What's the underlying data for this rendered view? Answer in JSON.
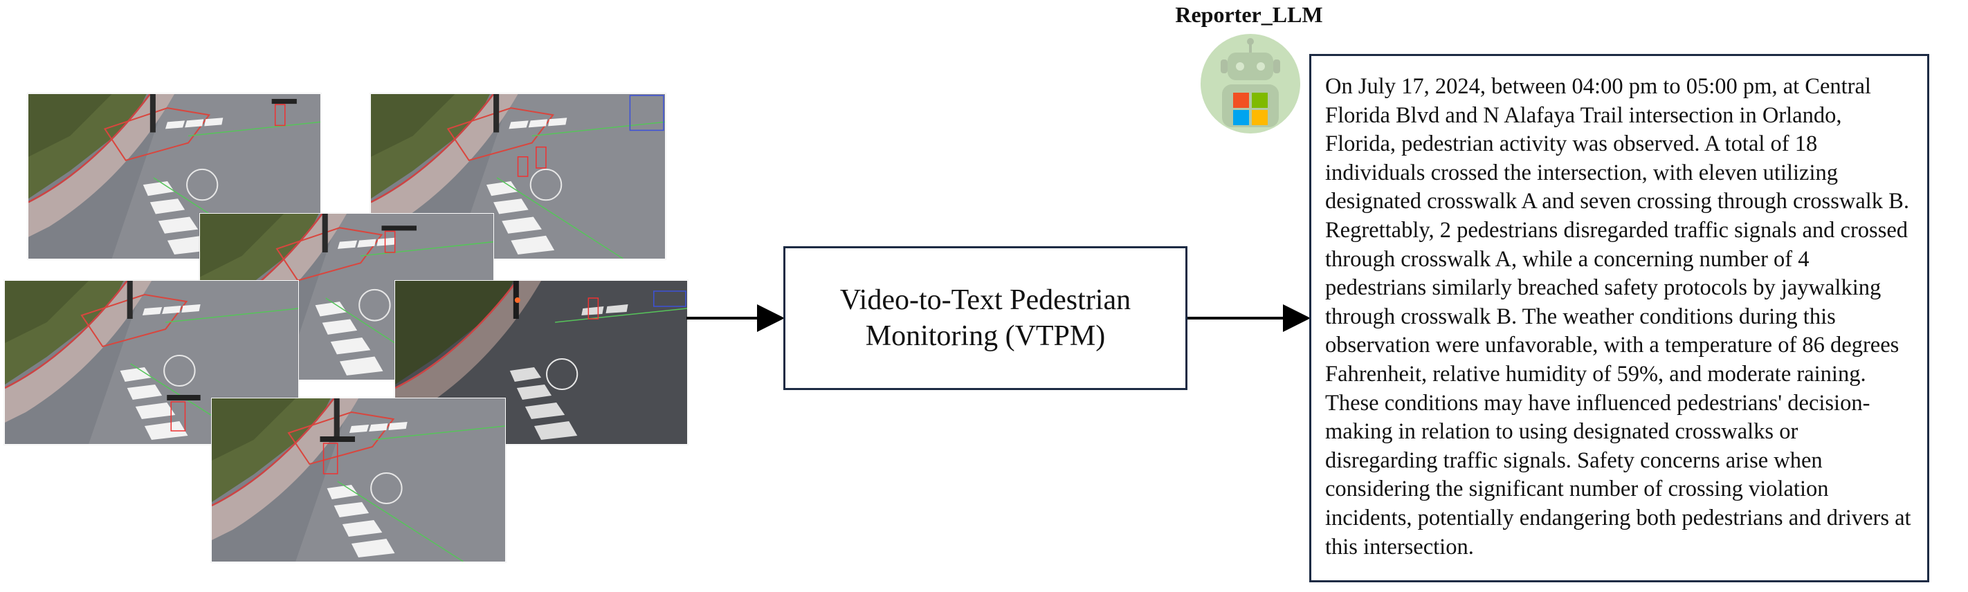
{
  "frames": [
    {
      "name": "camera-frame-1",
      "boxes": 1
    },
    {
      "name": "camera-frame-2",
      "boxes": 2
    },
    {
      "name": "camera-frame-3",
      "boxes": 1
    },
    {
      "name": "camera-frame-4",
      "boxes": 1
    },
    {
      "name": "camera-frame-5",
      "boxes": 1
    },
    {
      "name": "camera-frame-6",
      "boxes": 1
    }
  ],
  "vtpm": {
    "line1": "Video-to-Text Pedestrian",
    "line2": "Monitoring (VTPM)"
  },
  "reporter": {
    "title": "Reporter_LLM",
    "avatar_icon": "robot-icon",
    "logo_colors": [
      "#f25022",
      "#7fba00",
      "#00a4ef",
      "#ffb900"
    ]
  },
  "report": {
    "text": "On July 17, 2024, between 04:00 pm to 05:00 pm, at Central Florida Blvd and N Alafaya Trail intersection in Orlando, Florida, pedestrian activity was observed. A total of 18 individuals crossed the intersection, with eleven utilizing designated crosswalk A and seven crossing through crosswalk B. Regrettably, 2 pedestrians disregarded traffic signals and crossed through crosswalk A, while a concerning number of 4 pedestrians similarly breached safety protocols by jaywalking through crosswalk B. The weather conditions during this observation were unfavorable, with a temperature of 86 degrees Fahrenheit, relative humidity of 59%, and moderate raining. These conditions may have influenced pedestrians' decision-making in relation to using designated crosswalks or disregarding traffic signals. Safety concerns arise when considering the significant number of crossing violation incidents, potentially endangering both pedestrians and drivers at this intersection."
  },
  "colors": {
    "box_border": "#1d2b44",
    "arrow": "#000000",
    "avatar_bg": "#c8dfba"
  }
}
